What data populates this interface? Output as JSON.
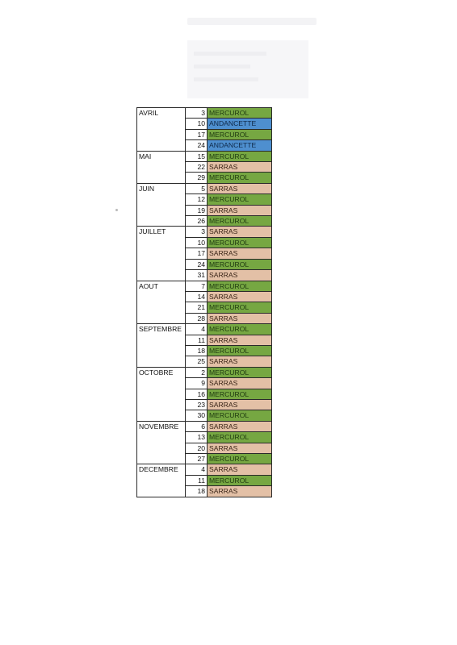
{
  "colors": {
    "MERCUROL": "#76a742",
    "SARRAS": "#e3c0a6",
    "ANDANCETTE": "#4e8fcf"
  },
  "months": [
    {
      "name": "AVRIL",
      "rows": [
        {
          "day": "3",
          "place": "MERCUROL"
        },
        {
          "day": "10",
          "place": "ANDANCETTE"
        },
        {
          "day": "17",
          "place": "MERCUROL"
        },
        {
          "day": "24",
          "place": "ANDANCETTE"
        }
      ]
    },
    {
      "name": "MAI",
      "rows": [
        {
          "day": "15",
          "place": "MERCUROL"
        },
        {
          "day": "22",
          "place": "SARRAS"
        },
        {
          "day": "29",
          "place": "MERCUROL"
        }
      ]
    },
    {
      "name": "JUIN",
      "rows": [
        {
          "day": "5",
          "place": "SARRAS"
        },
        {
          "day": "12",
          "place": "MERCUROL"
        },
        {
          "day": "19",
          "place": "SARRAS"
        },
        {
          "day": "26",
          "place": "MERCUROL"
        }
      ]
    },
    {
      "name": "JUILLET",
      "rows": [
        {
          "day": "3",
          "place": "SARRAS"
        },
        {
          "day": "10",
          "place": "MERCUROL"
        },
        {
          "day": "17",
          "place": "SARRAS"
        },
        {
          "day": "24",
          "place": "MERCUROL"
        },
        {
          "day": "31",
          "place": "SARRAS"
        }
      ]
    },
    {
      "name": "AOUT",
      "rows": [
        {
          "day": "7",
          "place": "MERCUROL"
        },
        {
          "day": "14",
          "place": "SARRAS"
        },
        {
          "day": "21",
          "place": "MERCUROL"
        },
        {
          "day": "28",
          "place": "SARRAS"
        }
      ]
    },
    {
      "name": "SEPTEMBRE",
      "rows": [
        {
          "day": "4",
          "place": "MERCUROL"
        },
        {
          "day": "11",
          "place": "SARRAS"
        },
        {
          "day": "18",
          "place": "MERCUROL"
        },
        {
          "day": "25",
          "place": "SARRAS"
        }
      ]
    },
    {
      "name": "OCTOBRE",
      "rows": [
        {
          "day": "2",
          "place": "MERCUROL"
        },
        {
          "day": "9",
          "place": "SARRAS"
        },
        {
          "day": "16",
          "place": "MERCUROL"
        },
        {
          "day": "23",
          "place": "SARRAS"
        },
        {
          "day": "30",
          "place": "MERCUROL"
        }
      ]
    },
    {
      "name": "NOVEMBRE",
      "rows": [
        {
          "day": "6",
          "place": "SARRAS"
        },
        {
          "day": "13",
          "place": "MERCUROL"
        },
        {
          "day": "20",
          "place": "SARRAS"
        },
        {
          "day": "27",
          "place": "MERCUROL"
        }
      ]
    },
    {
      "name": "DECEMBRE",
      "rows": [
        {
          "day": "4",
          "place": "SARRAS"
        },
        {
          "day": "11",
          "place": "MERCUROL"
        },
        {
          "day": "18",
          "place": "SARRAS"
        }
      ]
    }
  ]
}
